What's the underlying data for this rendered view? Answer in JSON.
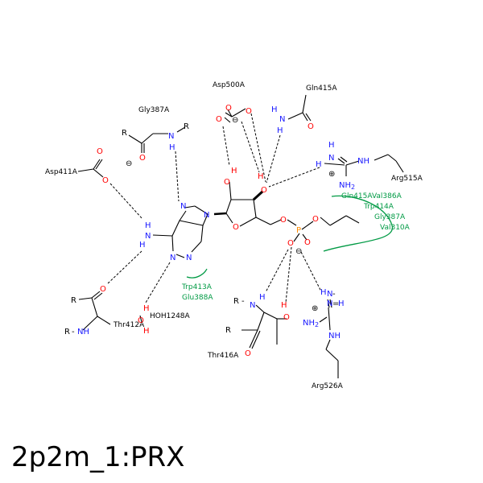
{
  "title": "2p2m_1:PRX",
  "colors": {
    "bond": "#000000",
    "nitrogen": "#1a1aff",
    "oxygen": "#ff0000",
    "phosphorus": "#ff8c00",
    "hydrophobic": "#009a44",
    "hbond": "#000000"
  },
  "residues": {
    "asp500a": "Asp500A",
    "gln415a": "Gln415A",
    "gly387a": "Gly387A",
    "asp411a": "Asp411A",
    "arg515a": "Arg515A",
    "thr412a": "Thr412A",
    "hoh1248a": "HOH1248A",
    "thr416a": "Thr416A",
    "arg526a": "Arg526A"
  },
  "hydrophobic_contacts": {
    "upper_line1": "Gln415AVal386A",
    "upper_line2": "Trp414A",
    "upper_line3": "Gly387A",
    "upper_line4": "Val310A",
    "lower_line1": "Trp413A",
    "lower_line2": "Glu388A"
  },
  "atoms": {
    "R": "R",
    "N": "N",
    "H": "H",
    "O": "O",
    "P": "P",
    "NH": "NH",
    "NH2": "NH",
    "sub2": "2",
    "minus": "⊖",
    "plus": "⊕"
  }
}
